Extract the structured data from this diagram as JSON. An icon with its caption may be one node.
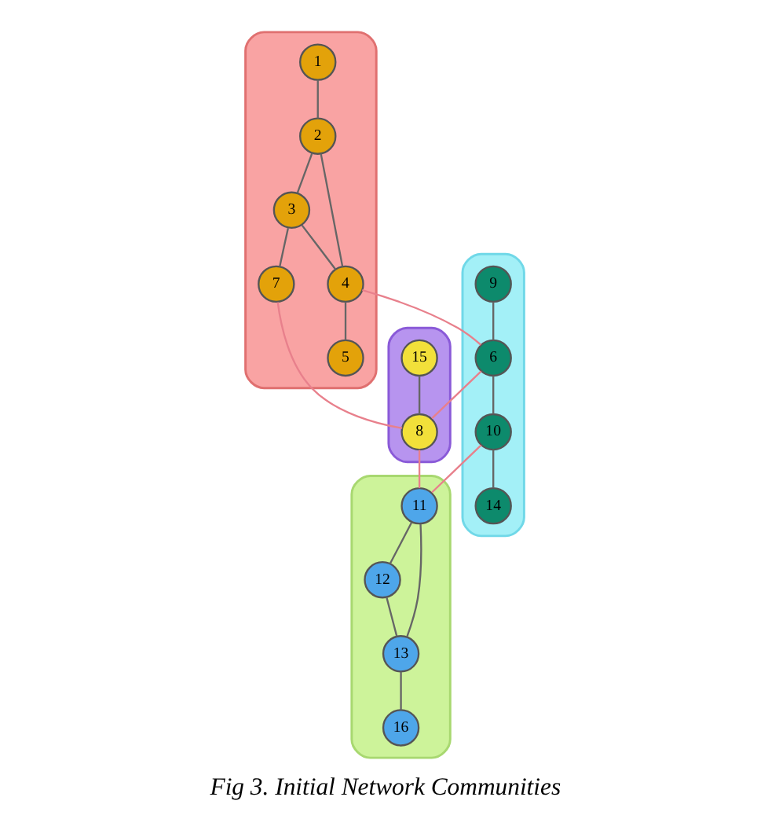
{
  "diagram": {
    "caption": "Fig 3. Initial Network Communities",
    "nodes": [
      {
        "text": [],
        "shape": "box"
      },
      {
        "text": [
          "1"
        ],
        "in": 0
      },
      {
        "text": [
          "2"
        ],
        "in": 0
      },
      {
        "text": [
          "3"
        ],
        "in": 0
      },
      {
        "text": [
          "4"
        ],
        "in": 0
      },
      {
        "text": [
          "5"
        ],
        "in": 0
      },
      {
        "text": [
          "7"
        ],
        "in": 0
      },
      {
        "text": [],
        "shape": "box"
      },
      {
        "text": [
          "9"
        ],
        "in": 7
      },
      {
        "text": [
          "6"
        ],
        "in": 7
      },
      {
        "text": [
          "10"
        ],
        "in": 7
      },
      {
        "text": [
          "14"
        ],
        "in": 7
      },
      {
        "text": [],
        "shape": "box"
      },
      {
        "text": [
          "15"
        ],
        "in": 12
      },
      {
        "text": [
          "8"
        ],
        "in": 12
      },
      {
        "text": [],
        "shape": "box"
      },
      {
        "text": [
          "11"
        ],
        "in": 15
      },
      {
        "text": [
          "12"
        ],
        "in": 15
      },
      {
        "text": [
          "13"
        ],
        "in": 15
      },
      {
        "text": [
          "16"
        ],
        "in": 15
      }
    ],
    "edges": [
      {
        "from": 1,
        "to": 2,
        "arrow": "none"
      },
      {
        "from": 2,
        "to": 3,
        "arrow": "none"
      },
      {
        "from": 2,
        "to": 4,
        "arrow": "none"
      },
      {
        "from": 3,
        "to": 4,
        "arrow": "none"
      },
      {
        "from": 3,
        "to": 6,
        "arrow": "none"
      },
      {
        "from": 4,
        "to": 5,
        "arrow": "none"
      },
      {
        "from": 4,
        "to": 9,
        "arrow": "none",
        "color": "#e8808c"
      },
      {
        "from": 8,
        "to": 9,
        "arrow": "none"
      },
      {
        "from": 6,
        "to": 14,
        "arrow": "none",
        "color": "#e8808c"
      },
      {
        "from": 9,
        "to": 14,
        "arrow": "none",
        "color": "#e8808c"
      },
      {
        "from": 13,
        "to": 14,
        "arrow": "none"
      },
      {
        "from": 9,
        "to": 10,
        "arrow": "none"
      },
      {
        "from": 10,
        "to": 11,
        "arrow": "none"
      },
      {
        "from": 14,
        "to": 16,
        "arrow": "none",
        "color": "#e8808c"
      },
      {
        "from": 10,
        "to": 16,
        "arrow": "none",
        "color": "#e8808c"
      },
      {
        "from": 16,
        "to": 17,
        "arrow": "none"
      },
      {
        "from": 16,
        "to": 18,
        "arrow": "none"
      },
      {
        "from": 17,
        "to": 18,
        "arrow": "none"
      },
      {
        "from": 18,
        "to": 19,
        "arrow": "none"
      }
    ]
  }
}
